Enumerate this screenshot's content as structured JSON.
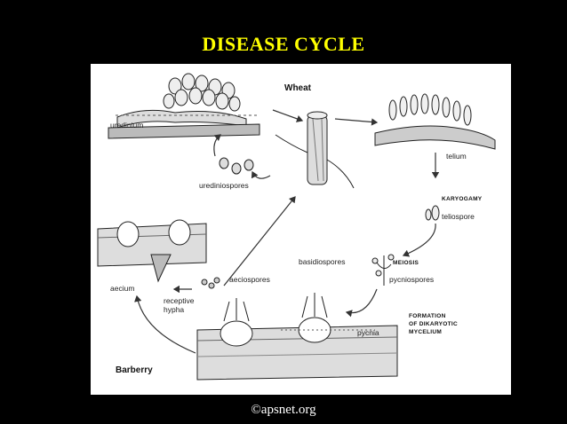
{
  "title": "DISEASE CYCLE",
  "credit": "©apsnet.org",
  "colors": {
    "background": "#000000",
    "title": "#ffff00",
    "credit": "#ffffff",
    "panel": "#ffffff",
    "ink": "#1a1a1a"
  },
  "diagram": {
    "hosts": {
      "wheat": "Wheat",
      "barberry": "Barberry"
    },
    "labels": {
      "uredinium": "uredinium",
      "urediniospores": "urediniospores",
      "telium": "telium",
      "karyogamy": "KARYOGAMY",
      "teliospore": "teliospore",
      "basidiospores": "basidiospores",
      "meiosis": "MEIOSIS",
      "pycniospores": "pycniospores",
      "formation_line1": "FORMATION",
      "formation_line2": "OF DIKARYOTIC",
      "formation_line3": "MYCELIUM",
      "pycnia": "pycnia",
      "receptive_line1": "receptive",
      "receptive_line2": "hypha",
      "aecium": "aecium",
      "aeciospores": "aeciospores"
    }
  }
}
